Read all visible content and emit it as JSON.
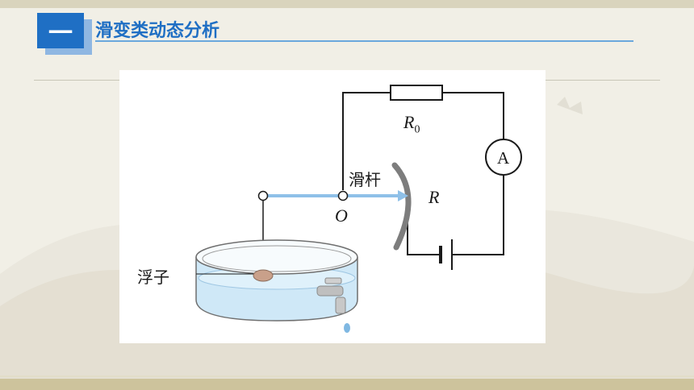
{
  "section": {
    "number": "一",
    "title": "滑变类动态分析"
  },
  "diagram": {
    "resistor_label": "R",
    "resistor_subscript": "0",
    "ammeter_label": "A",
    "slider_label": "滑杆",
    "rheostat_label": "R",
    "pivot_label": "O",
    "float_label": "浮子"
  },
  "colors": {
    "accent": "#1f6fc4",
    "rod": "#8ec0e8",
    "water": "#cfe8f7",
    "arc": "#7d7d7d"
  }
}
